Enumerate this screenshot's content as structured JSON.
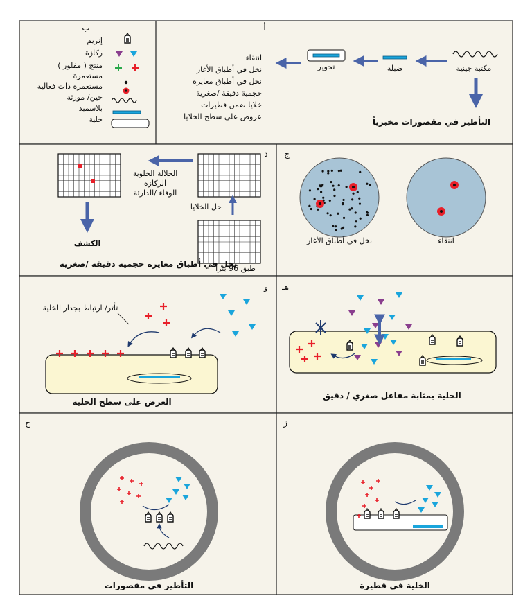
{
  "colors": {
    "panel_bg": "#f6f3ea",
    "plate_blue": "#a8c4d6",
    "cell_fill": "#fbf6d2",
    "arrow_blue": "#4a64a8",
    "red": "#e8202a",
    "cyan": "#1aa5dc",
    "purple": "#8a3e8e",
    "green": "#2aa84a",
    "gray_ring": "#7a7a7a"
  },
  "panels": {
    "a": {
      "letter": "أ",
      "library": "مكتبة جينية",
      "vector": "ضبلة",
      "transformation": "تحوير",
      "selection_methods": [
        "انتقاء",
        "نخل في أطباق الأغار",
        "نخل في أطباق معايرة",
        "حجمية دقيقة /صغرية",
        "خلايا ضمن قطيرات",
        "عروض على سطح الخلايا"
      ],
      "in_vitro_expression": "التأطير في مقصورات مخبرياً"
    },
    "b": {
      "letter": "ب",
      "legend": [
        "إنزيم",
        "ركازة",
        "منتج ( مفلور )",
        "مستعمرة",
        "مستعمرة ذات فعالية",
        "جين/ مورثة",
        "بلاسميد",
        "خلية"
      ]
    },
    "c": {
      "letter": "ج",
      "selection": "انتقاء",
      "agar_screening": "نخل في أطباق الأغار"
    },
    "d": {
      "letter": "د",
      "plate_96": "طبق 96 بئراً",
      "cell_lysis": "حل الخلايا",
      "add_reagents": [
        "الحلالة الخلوية",
        "الركازة",
        "الوقاء /الدارئة"
      ],
      "detection": "الكشف",
      "title": "نخل في أطباق معايرة حجمية دقيقة /صغرية"
    },
    "e": {
      "letter": "هـ",
      "title": "الخلية بمثابة مفاعل صغري / دقيق"
    },
    "f": {
      "letter": "و",
      "binding_label": "تأثر/ ارتباط بجدار الخلية",
      "title": "العرض على سطح الخلية"
    },
    "g": {
      "letter": "ز",
      "title": "الخلية في قطيرة"
    },
    "h": {
      "letter": "ح",
      "title": "التأطير في مقصورات"
    }
  }
}
